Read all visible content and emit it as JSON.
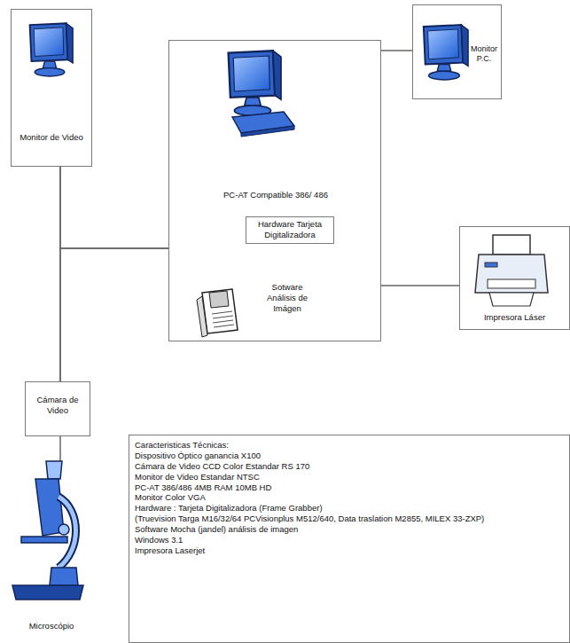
{
  "diagram": {
    "nodes": [
      {
        "text": [
          "Monitor de Video"
        ]
      },
      {
        "text": [
          "PC-AT Compatible 386/ 486",
          "Sotware Análisis de Imágen"
        ]
      },
      {
        "text": [
          "Hardware Tarjeta Digitalizadora"
        ],
        "in": 1
      },
      {
        "text": [
          "Monitor P.C."
        ]
      },
      {
        "text": [
          "Impresora Láser"
        ]
      },
      {
        "text": [
          "Cámara de Video"
        ]
      },
      {
        "text": [
          "Caracteristicas Técnicas:",
          "Dispositivo Óptico ganancia X100",
          "Cámara de Video CCD Color Estandar RS 170",
          "Monitor de Video Estandar NTSC",
          "PC-AT 386/486 4MB RAM 10MB HD",
          "Monitor Color VGA",
          "Hardware : Tarjeta Digitalizadora (Frame Grabber)",
          "(Truevision Targa M16/32/64 PCVisionplus M512/640, Data traslation M2855, MILEX 33-ZXP)",
          "Software Mocha (jandel) análisis de imagen",
          "Windows 3.1",
          "Impresora Laserjet"
        ]
      }
    ],
    "edges": [
      {
        "from": 0,
        "to": 5,
        "arrow": "none"
      },
      {
        "from": 0,
        "to": 1,
        "arrow": "none"
      },
      {
        "from": 5,
        "to": 1,
        "arrow": "none"
      },
      {
        "from": 1,
        "to": 3,
        "arrow": "none"
      },
      {
        "from": 1,
        "to": 4,
        "arrow": "none"
      }
    ],
    "labels": [
      "Microscópio"
    ]
  }
}
